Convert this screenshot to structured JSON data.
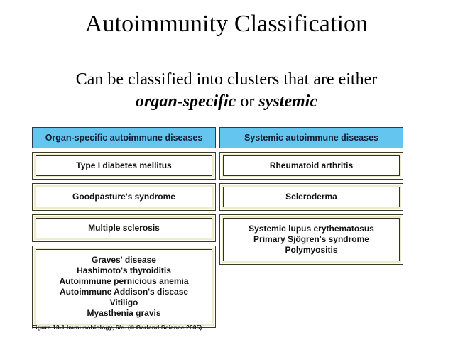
{
  "slide": {
    "title": "Autoimmunity Classification",
    "subtitle": {
      "line1": "Can be classified into clusters that are either",
      "organ_specific": "organ-specific",
      "connector": " or ",
      "systemic": "systemic"
    }
  },
  "figure": {
    "caption": "Figure 13-1  Immunobiology, 6/e. (© Garland Science 2005)",
    "header_bg_color": "#64c5ef",
    "header_text_color": "#101c33",
    "box_border_color": "#2f2f22",
    "box_bevel_color": "#efeccd",
    "columns": [
      {
        "header": "Organ-specific autoimmune diseases",
        "cells": [
          {
            "lines": [
              "Type I diabetes mellitus"
            ]
          },
          {
            "lines": [
              "Goodpasture's syndrome"
            ]
          },
          {
            "lines": [
              "Multiple sclerosis"
            ]
          },
          {
            "lines": [
              "Graves' disease",
              "Hashimoto's thyroiditis",
              "Autoimmune pernicious anemia",
              "Autoimmune Addison's disease",
              "Vitiligo",
              "Myasthenia gravis"
            ]
          }
        ]
      },
      {
        "header": "Systemic autoimmune diseases",
        "cells": [
          {
            "lines": [
              "Rheumatoid arthritis"
            ]
          },
          {
            "lines": [
              "Scleroderma"
            ]
          },
          {
            "lines": [
              "Systemic lupus erythematosus",
              "Primary Sjögren's syndrome",
              "Polymyositis"
            ]
          }
        ]
      }
    ]
  }
}
